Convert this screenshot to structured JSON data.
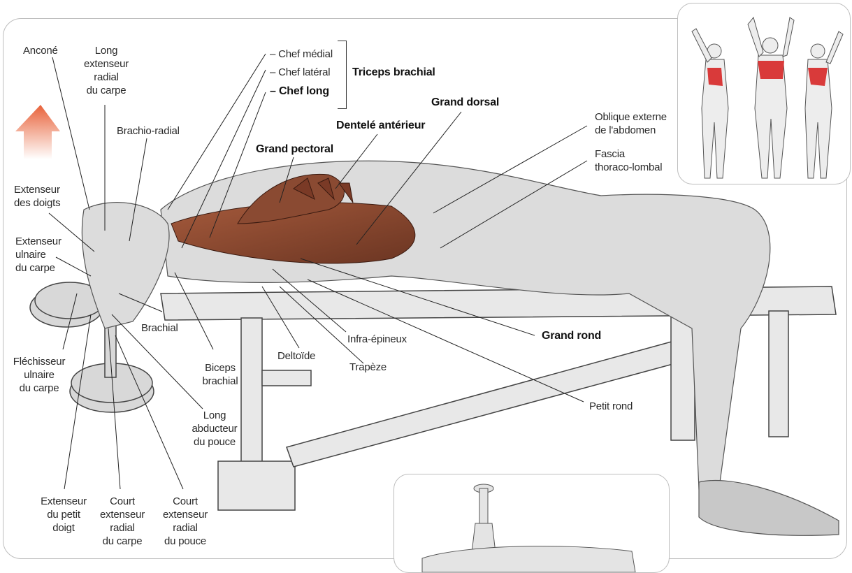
{
  "labels": {
    "ancone": "Anconé",
    "long_ext_radial": "Long\nextenseur\nradial\ndu carpe",
    "brachio_radial": "Brachio-radial",
    "ext_doigts": "Extenseur\ndes doigts",
    "ext_ulnaire": "Extenseur\nulnaire\ndu carpe",
    "flechisseur": "Fléchisseur\nulnaire\ndu carpe",
    "brachial": "Brachial",
    "biceps": "Biceps\nbrachial",
    "long_abducteur": "Long\nabducteur\ndu pouce",
    "ext_petit_doigt": "Extenseur\ndu petit\ndoigt",
    "court_ext_carpe": "Court\nextenseur\nradial\ndu carpe",
    "court_ext_pouce": "Court\nextenseur\nradial\ndu pouce",
    "chef_medial": "– Chef médial",
    "chef_lateral": "– Chef latéral",
    "chef_long": "– Chef long",
    "triceps": "Triceps brachial",
    "grand_dorsal": "Grand dorsal",
    "dentele": "Dentelé antérieur",
    "grand_pectoral": "Grand pectoral",
    "oblique": "Oblique externe\nde l'abdomen",
    "fascia": "Fascia\nthoraco-lombal",
    "infra": "Infra-épineux",
    "grand_rond": "Grand rond",
    "deltoide": "Deltoïde",
    "trapeze": "Trapèze",
    "petit_rond": "Petit rond"
  },
  "colors": {
    "muscle_highlight": "#d93a3a",
    "muscle_main": "#8a4a32",
    "arrow": "#e8623a",
    "line": "#222222"
  }
}
